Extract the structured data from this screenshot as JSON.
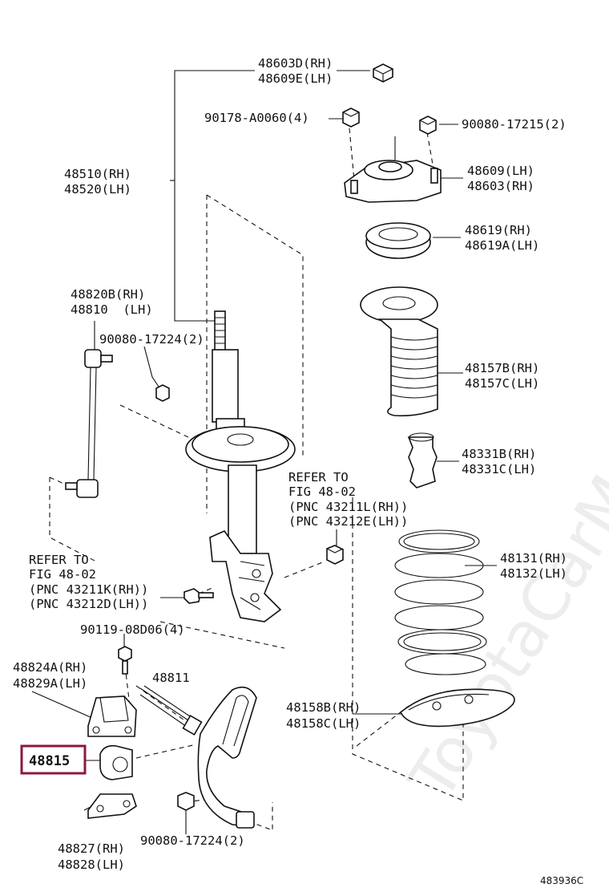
{
  "watermark": "ToyotaCarMart.ru",
  "figure_id": "483936C",
  "labels": {
    "upper_support_nut_rh": "48603D(RH)",
    "upper_support_nut_lh": "48609E(LH)",
    "support_nut_small": "90178-A0060(4)",
    "support_nut_right": "90080-17215(2)",
    "upper_support_lh": "48609(LH)",
    "upper_support_rh": "48603(RH)",
    "absorber_rh": "48510(RH)",
    "absorber_lh": "48520(LH)",
    "spring_seat_rh": "48619(RH)",
    "spring_seat_lh": "48619A(LH)",
    "stab_link_rh": "48820B(RH)",
    "stab_link_lh": "48810  (LH)",
    "link_nut_top": "90080-17224(2)",
    "boot_rh": "48157B(RH)",
    "boot_lh": "48157C(LH)",
    "bumper_rh": "48331B(RH)",
    "bumper_lh": "48331C(LH)",
    "refer_right_1": "REFER TO",
    "refer_right_2": "FIG 48-02",
    "refer_right_3": "(PNC 43211L(RH))",
    "refer_right_4": "(PNC 43212E(LH))",
    "coil_rh": "48131(RH)",
    "coil_lh": "48132(LH)",
    "refer_left_1": "REFER TO",
    "refer_left_2": "FIG 48-02",
    "refer_left_3": "(PNC 43211K(RH))",
    "refer_left_4": "(PNC 43212D(LH))",
    "bracket_bolt": "90119-08D06(4)",
    "bracket_rh": "48824A(RH)",
    "bracket_lh": "48829A(LH)",
    "stabilizer_bar": "48811",
    "lower_insulator_rh": "48158B(RH)",
    "lower_insulator_lh": "48158C(LH)",
    "bushing": "48815",
    "lower_bracket_rh": "48827(RH)",
    "lower_bracket_lh": "48828(LH)",
    "link_nut_bottom": "90080-17224(2)"
  },
  "highlight_color": "#8b1a3c"
}
